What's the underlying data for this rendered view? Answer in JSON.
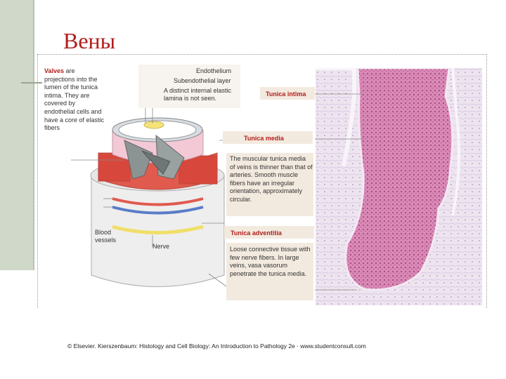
{
  "slide": {
    "title": "Вены"
  },
  "figure": {
    "valves_bold": "Valves",
    "valves_text": " are projections into the lumen of the tunica intima. They are covered by endothelial cells and have a core of elastic fibers",
    "endothelium": "Endothelium",
    "subendothelial": "Subendothelial layer",
    "elastic_note": "A distinct internal elastic lamina is not seen.",
    "tunica_intima": "Tunica intima",
    "tunica_media": "Tunica media",
    "media_text": "The muscular tunica media of veins is thinner than that of arteries. Smooth muscle fibers have an irregular orientation, approximately circular.",
    "tunica_adventitia": "Tunica adventitia",
    "adventitia_text": "Loose connective tissue with few nerve fibers. In large veins, vasa vasorum penetrate the tunica media.",
    "blood_vessels": "Blood vessels",
    "nerve": "Nerve"
  },
  "credit": "© Elsevier. Kierszenbaum: Histology and Cell Biology: An Introduction to Pathology 2e · www.studentconsult.com",
  "colors": {
    "title": "#b01e1e",
    "label_head": "#b01e1e",
    "label_box": "#f3eadf",
    "media_red": "#e05a4e",
    "histo_pink": "#d986b4"
  }
}
